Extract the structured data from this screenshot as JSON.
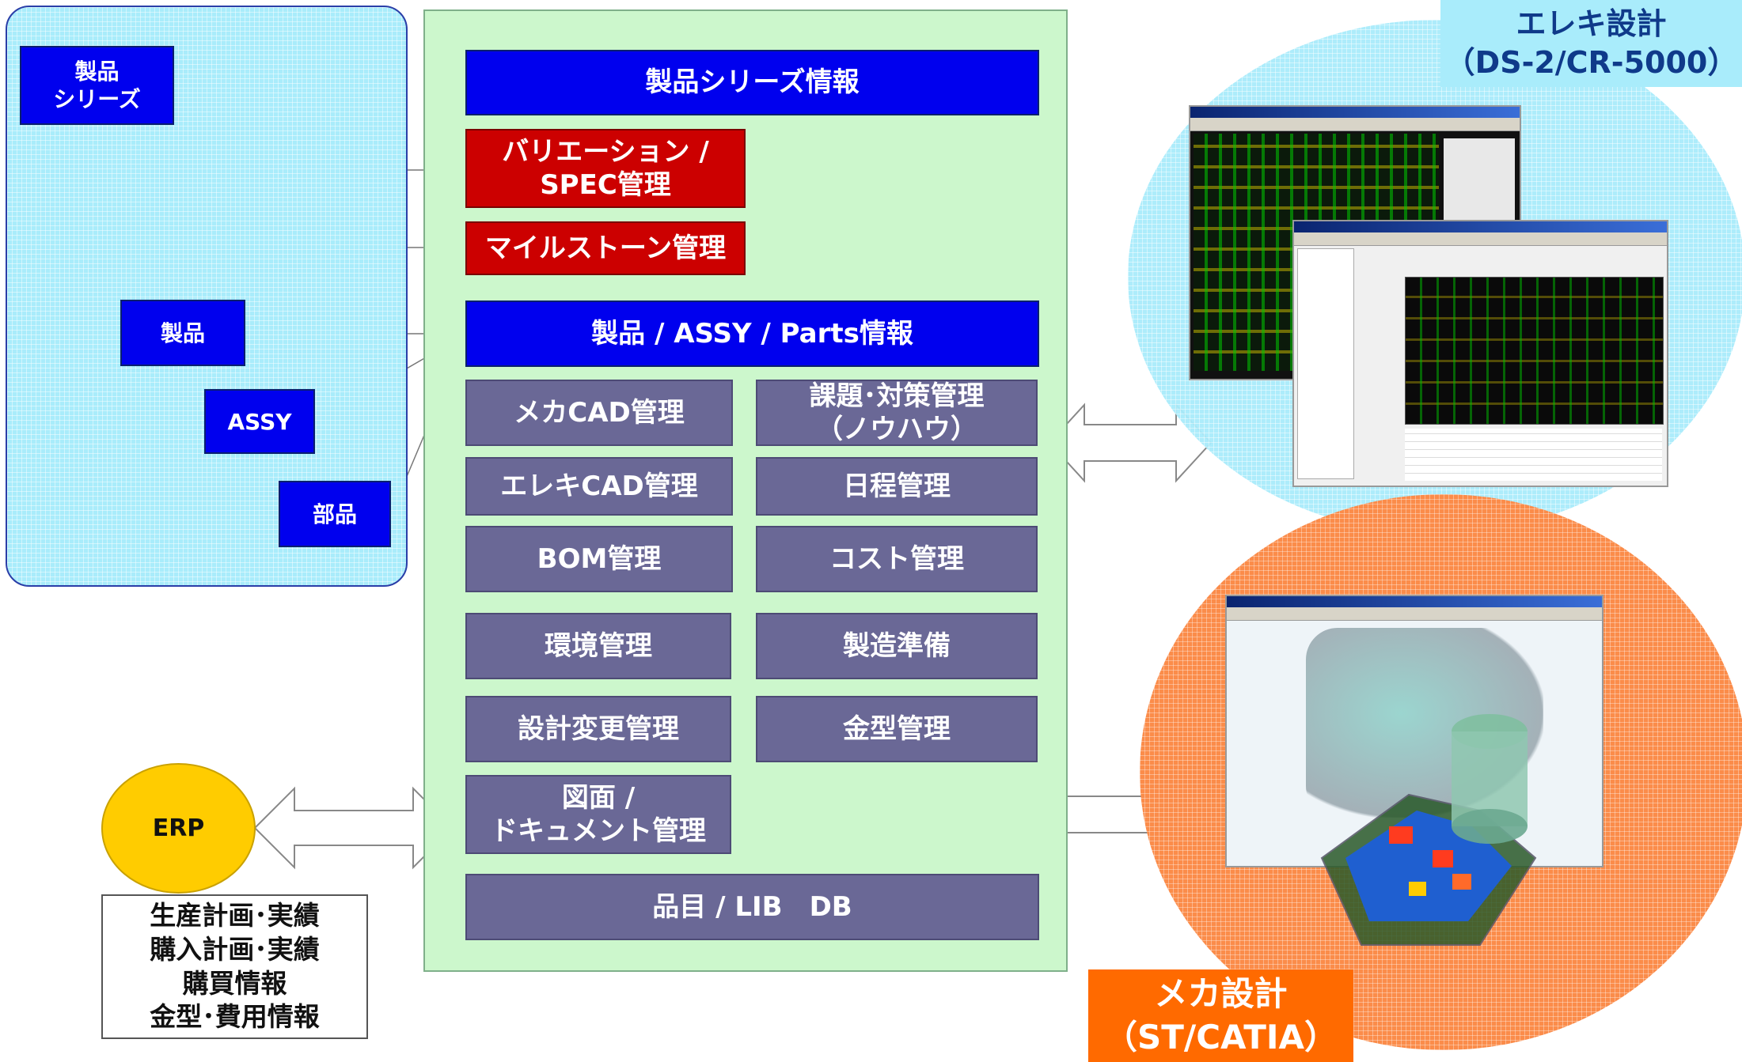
{
  "hierarchy": {
    "series": "製品\nシリーズ",
    "product": "製品",
    "assy": "ASSY",
    "part": "部品"
  },
  "center": {
    "series_info": "製品シリーズ情報",
    "variation": "バリエーション /\nSPEC管理",
    "milestone": "マイルストーン管理",
    "product_info": "製品 / ASSY / Parts情報",
    "mech_cad": "メカCAD管理",
    "issues": "課題･対策管理\n（ノウハウ）",
    "elec_cad": "エレキCAD管理",
    "schedule": "日程管理",
    "bom": "BOM管理",
    "cost": "コスト管理",
    "environment": "環境管理",
    "manufacturing": "製造準備",
    "design_change": "設計変更管理",
    "mold": "金型管理",
    "drawing": "図面 /\nドキュメント管理",
    "item_db": "品目 / LIB　DB"
  },
  "erp": {
    "label": "ERP",
    "details": "生産計画･実績\n購入計画･実績\n購買情報\n金型･費用情報"
  },
  "elec": {
    "title": "エレキ設計\n（DS-2/CR-5000）"
  },
  "mech": {
    "title": "メカ設計\n（ST/CATIA）"
  },
  "colors": {
    "blue_box": "#0000ee",
    "red_box": "#cc0000",
    "gray_box": "#6a6896",
    "panel_green": "#ccf7cc",
    "erp_yellow": "#ffcc00",
    "mech_orange": "#ff6a00"
  }
}
